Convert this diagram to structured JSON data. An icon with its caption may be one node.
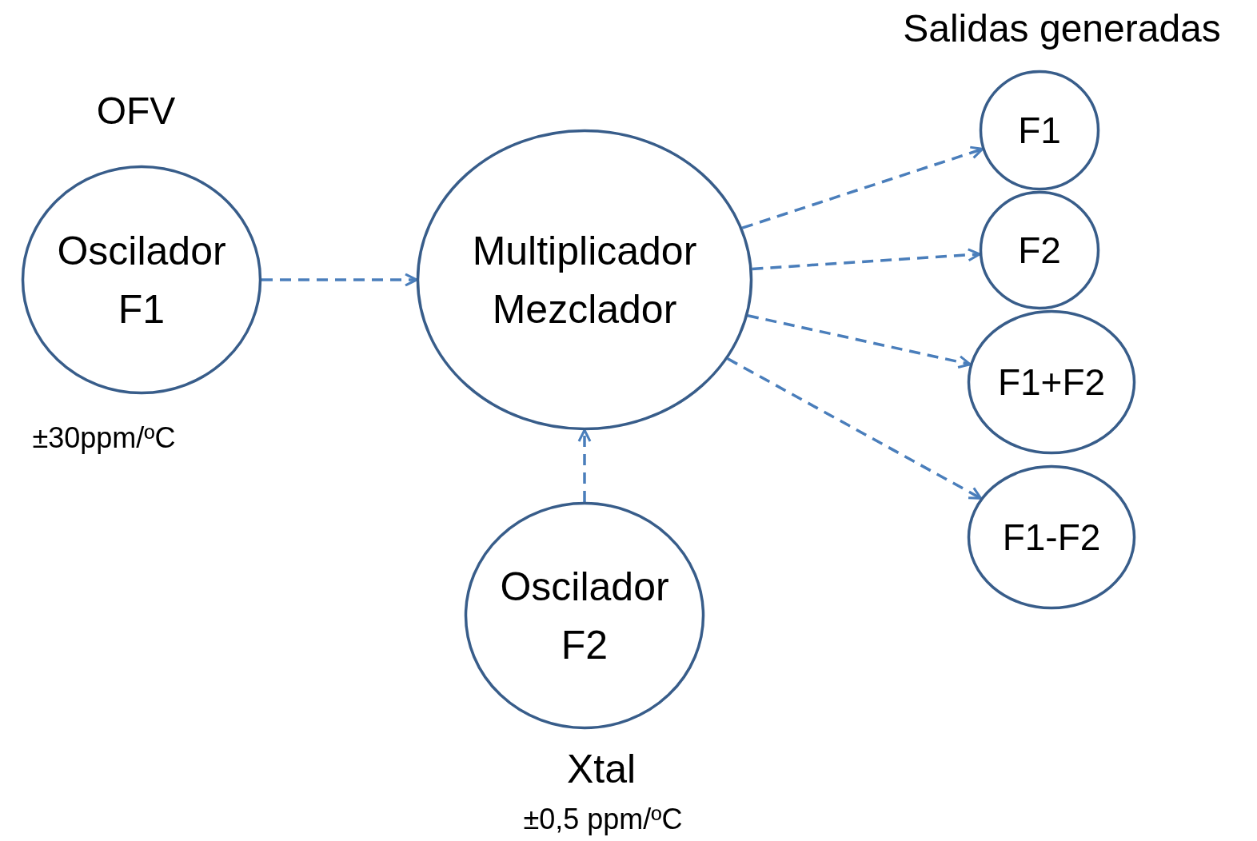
{
  "diagram": {
    "nodes": [
      {
        "text": [
          "Oscilador F1"
        ],
        "beside": [
          "OFV",
          "±30ppm/ºC"
        ]
      },
      {
        "text": [
          "Multiplicador Mezclador"
        ]
      },
      {
        "text": [
          "Oscilador F2"
        ],
        "beside": [
          "Xtal",
          "±0,5 ppm/ºC"
        ]
      },
      {
        "text": [
          "F1"
        ]
      },
      {
        "text": [
          "F2"
        ]
      },
      {
        "text": [
          "F1+F2"
        ]
      },
      {
        "text": [
          "F1-F2"
        ]
      }
    ],
    "edges": [
      {
        "from": 0,
        "to": 1,
        "arrow": "to",
        "style": "dashed"
      },
      {
        "from": 2,
        "to": 1,
        "arrow": "to",
        "style": "dashed"
      },
      {
        "from": 1,
        "to": 3,
        "arrow": "to",
        "style": "dashed"
      },
      {
        "from": 1,
        "to": 4,
        "arrow": "to",
        "style": "dashed"
      },
      {
        "from": 1,
        "to": 5,
        "arrow": "to",
        "style": "dashed"
      },
      {
        "from": 1,
        "to": 6,
        "arrow": "to",
        "style": "dashed"
      }
    ],
    "labels": [
      "Salidas generadas"
    ]
  }
}
